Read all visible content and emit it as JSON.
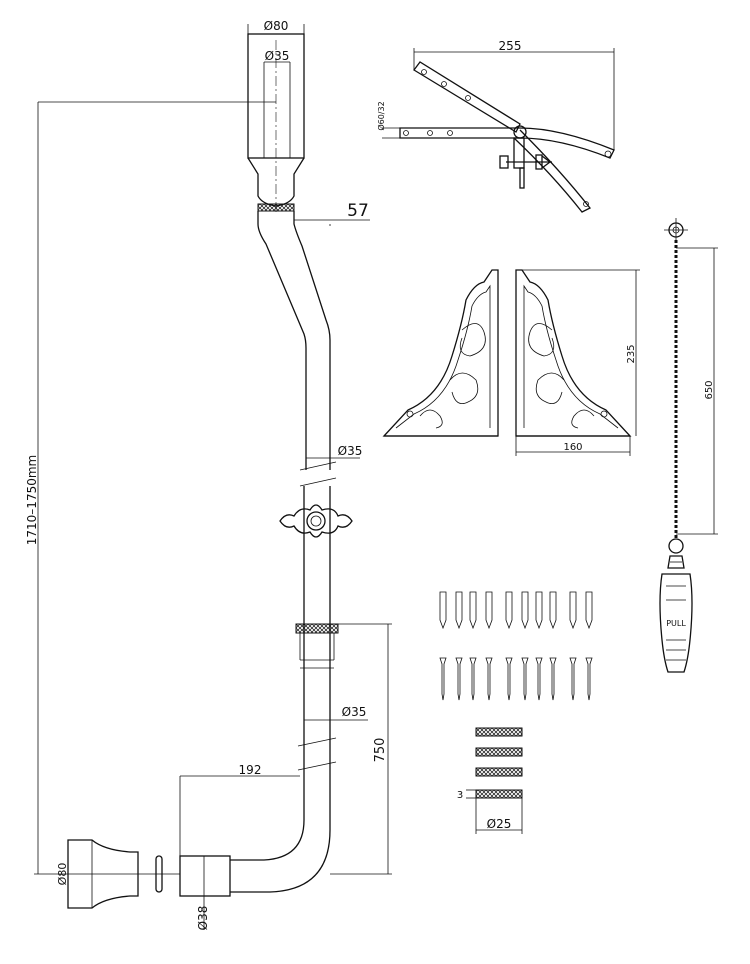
{
  "labels": {
    "top_outer_dia": "Ø80",
    "top_inner_dia": "Ø35",
    "offset": "57",
    "pipe_dia_1": "Ø35",
    "pipe_dia_2": "Ø35",
    "overall_height": "1710–1750mm",
    "lower_length": "750",
    "elbow_width": "192",
    "outlet_dia": "Ø38",
    "flush_cone_dia": "Ø80",
    "bracket_span": "255",
    "bracket_pipe_dia": "Ø60/32",
    "corbel_height": "235",
    "corbel_width": "160",
    "chain_length": "650",
    "washer_thickness": "3",
    "washer_dia": "Ø25",
    "pull_handle": "PULL"
  },
  "colors": {
    "line": "#111111",
    "background": "#ffffff"
  }
}
